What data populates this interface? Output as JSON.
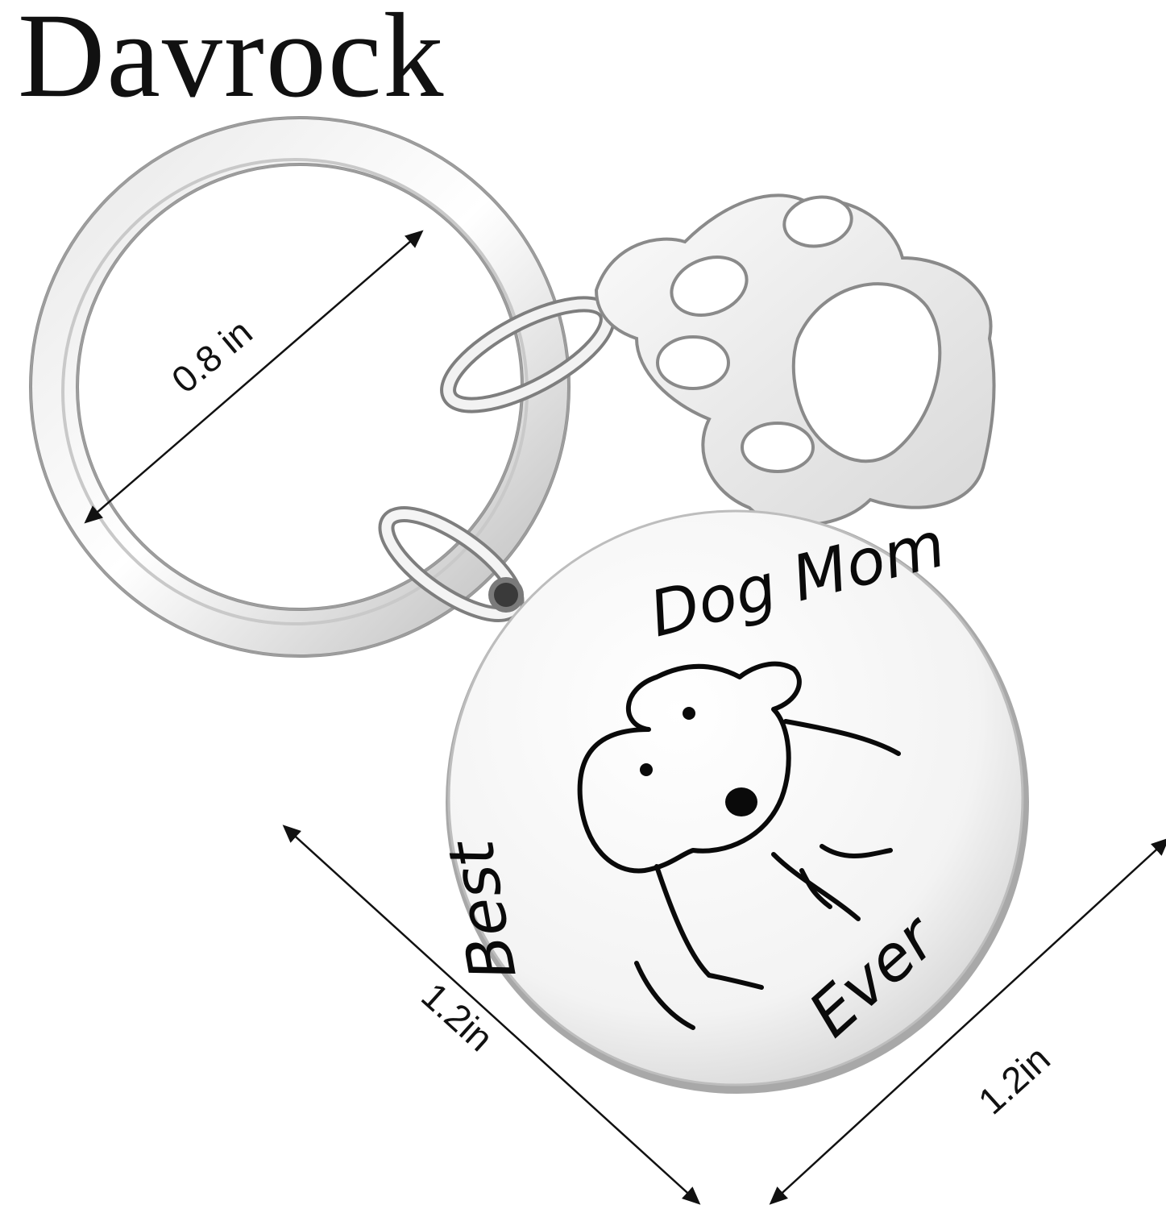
{
  "brand": {
    "name": "Davrock"
  },
  "dimensions": {
    "ring_diameter": "0.8 in",
    "tag_width": "1.2in",
    "tag_height": "1.2in"
  },
  "tag": {
    "top_text": "Dog Mom",
    "left_text": "Best",
    "bottom_text": "Ever"
  },
  "colors": {
    "metal_light": "#f4f4f4",
    "metal_dark": "#9a9a9a",
    "ink": "#0a0a0a"
  }
}
